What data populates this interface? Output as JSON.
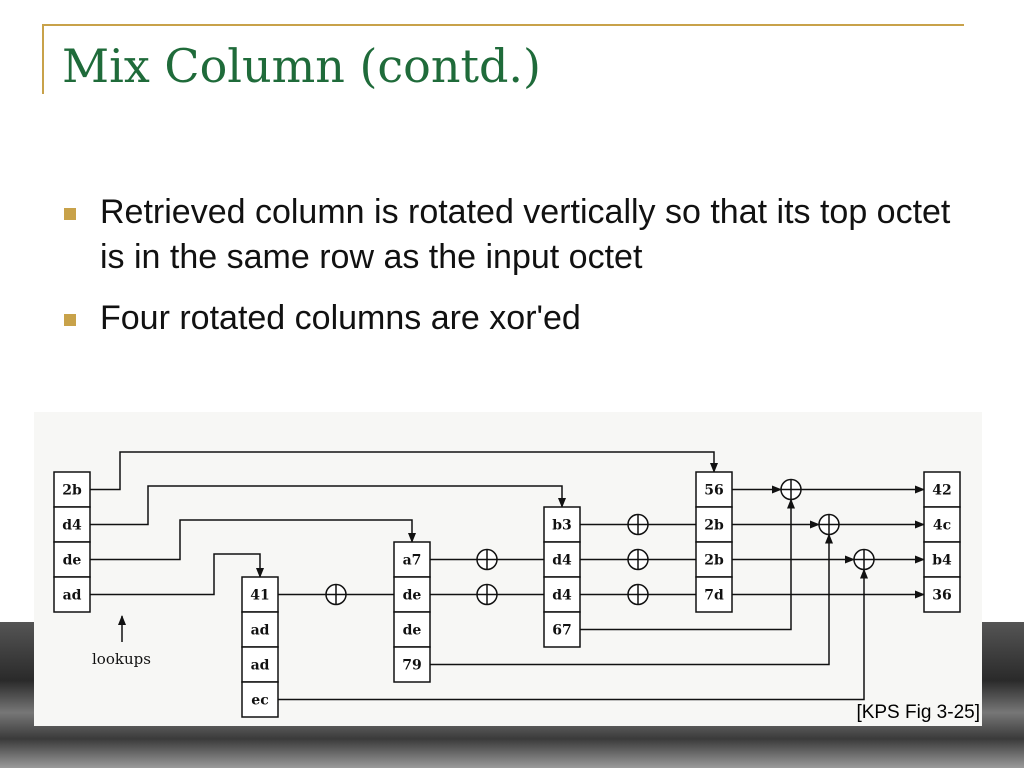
{
  "slide": {
    "title": "Mix Column (contd.)",
    "bullets": [
      "Retrieved column is rotated vertically so that its top octet is in the same row as the input octet",
      "Four rotated columns are xor'ed"
    ],
    "caption": "[KPS Fig 3-25]"
  },
  "colors": {
    "title": "#1f6b3a",
    "accent_gold": "#c8a24a",
    "text": "#111111"
  },
  "diagram": {
    "input_column": [
      "2b",
      "d4",
      "de",
      "ad"
    ],
    "lookups_label": "lookups",
    "rotated_columns": [
      [
        "41",
        "ad",
        "ad",
        "ec"
      ],
      [
        "a7",
        "de",
        "de",
        "79"
      ],
      [
        "b3",
        "d4",
        "d4",
        "67"
      ],
      [
        "56",
        "2b",
        "2b",
        "7d"
      ]
    ],
    "output_column": [
      "42",
      "4c",
      "b4",
      "36"
    ]
  }
}
